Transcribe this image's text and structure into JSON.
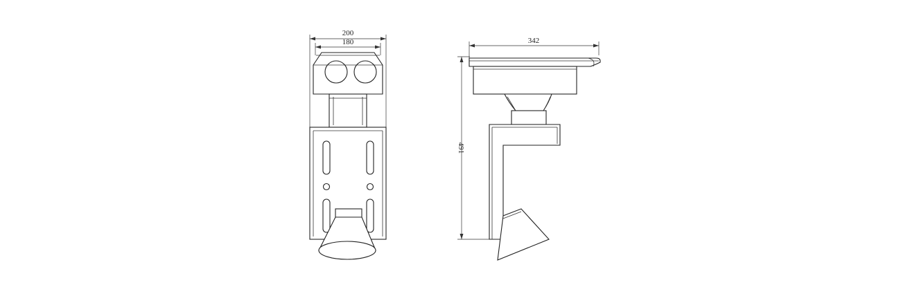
{
  "dimensions": {
    "front_outer_width": "200",
    "front_inner_width": "180",
    "side_width": "342",
    "side_height": "491"
  },
  "colors": {
    "line": "#222222",
    "background": "#ffffff"
  }
}
